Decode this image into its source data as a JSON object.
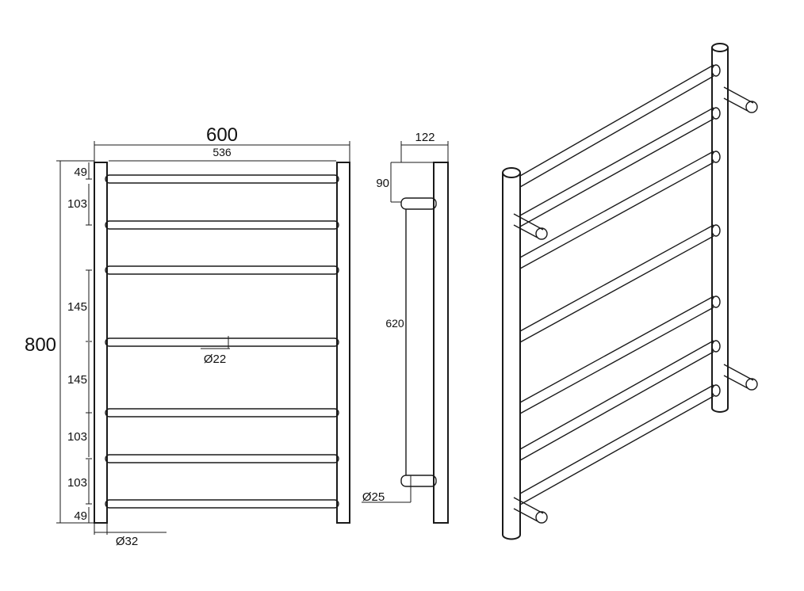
{
  "front_view": {
    "overall_width": "600",
    "bar_length": "536",
    "overall_height": "800",
    "spacings": [
      "49",
      "103",
      "145",
      "145",
      "103",
      "103",
      "49"
    ],
    "rail_diameter": "Ø22",
    "post_diameter": "Ø32"
  },
  "side_view": {
    "depth": "122",
    "top_offset": "90",
    "bracket_spacing": "620",
    "bracket_diameter": "Ø25"
  }
}
